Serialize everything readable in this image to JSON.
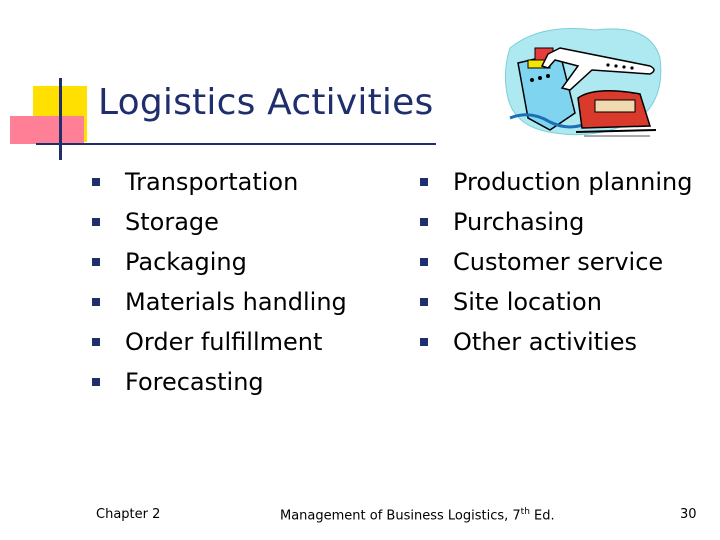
{
  "slide": {
    "title": "Logistics Activities",
    "left_items": [
      {
        "label": "Transportation"
      },
      {
        "label": "Storage"
      },
      {
        "label": "Packaging"
      },
      {
        "label": "Materials handling"
      },
      {
        "label": "Order fulfillment"
      },
      {
        "label": "Forecasting"
      }
    ],
    "right_items": [
      {
        "label": "Production planning"
      },
      {
        "label": "Purchasing"
      },
      {
        "label": "Customer service"
      },
      {
        "label": "Site location"
      },
      {
        "label": "Other activities"
      }
    ],
    "bullet_icon": "square-bullet-icon",
    "clipart_icon": "transport-clipart-icon",
    "colors": {
      "title": "#1f2f6e",
      "bullet": "#1f2f6e",
      "accent_yellow": "#ffe000",
      "accent_pink": "#ff7f96"
    }
  },
  "footer": {
    "chapter": "Chapter 2",
    "book_prefix": "Management of Business Logistics, 7",
    "book_sup": "th",
    "book_suffix": " Ed.",
    "page_number": "30"
  }
}
